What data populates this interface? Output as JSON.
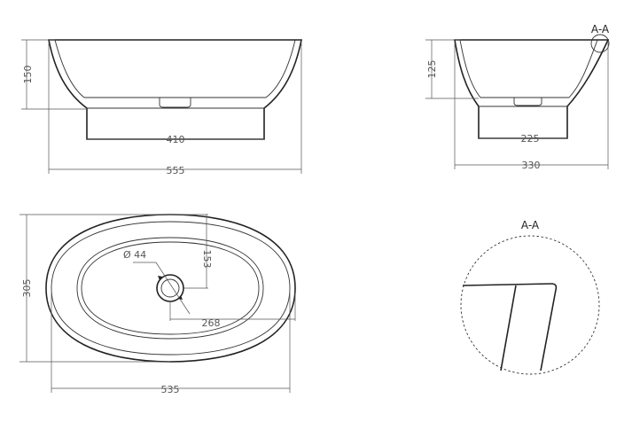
{
  "front_view": {
    "height_label": "150",
    "base_width_label": "410",
    "total_width_label": "555"
  },
  "side_view": {
    "section_label": "A-A",
    "height_label": "125",
    "base_width_label": "225",
    "total_width_label": "330"
  },
  "top_view": {
    "depth_label": "305",
    "drain_diameter_label": "Ø 44",
    "drain_offset_y_label": "153",
    "drain_offset_x_label": "268",
    "total_width_label": "535"
  },
  "detail_view": {
    "title": "A-A"
  }
}
